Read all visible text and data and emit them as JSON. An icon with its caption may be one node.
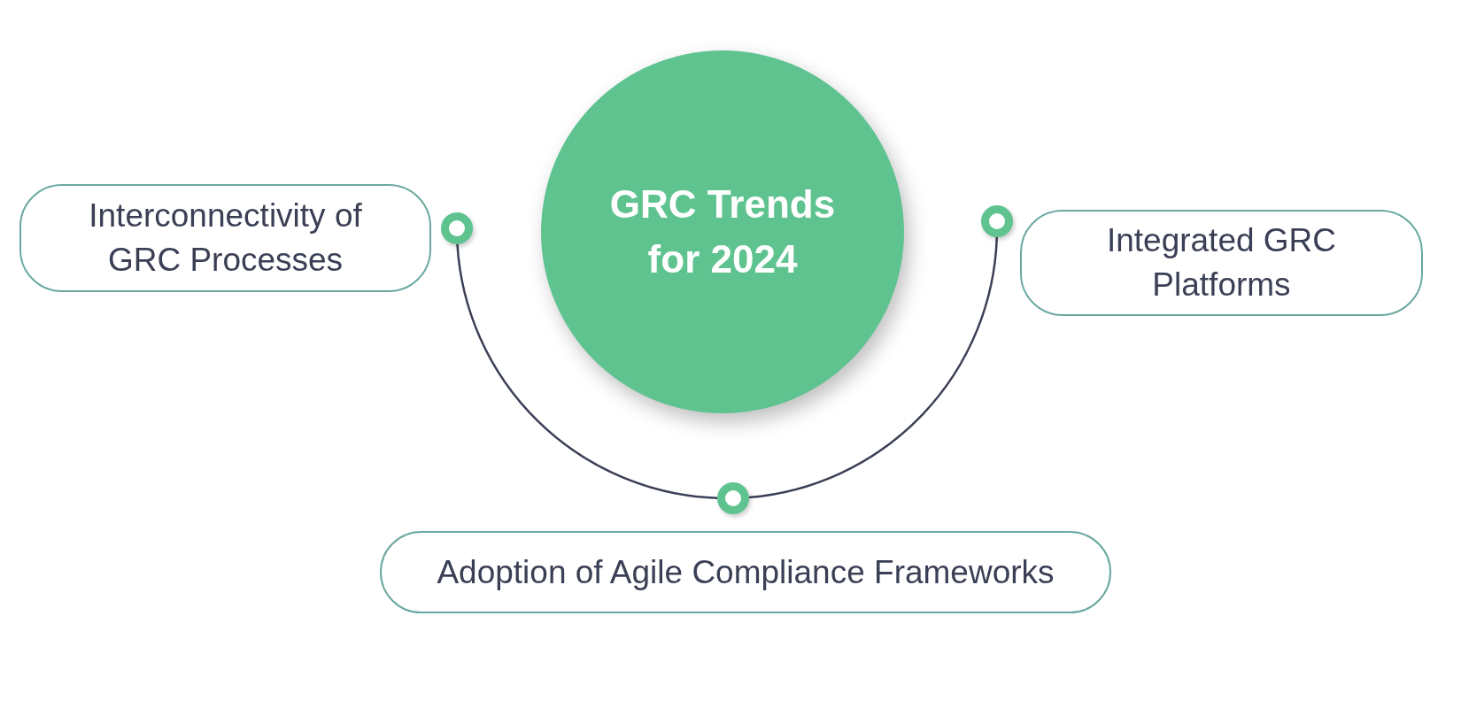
{
  "diagram": {
    "nodes": [
      {
        "text": [
          "GRC Trends for 2024"
        ]
      },
      {
        "text": [
          "Interconnectivity of GRC Processes"
        ]
      },
      {
        "text": [
          "Integrated GRC Platforms"
        ]
      },
      {
        "text": [
          "Adoption of Agile Compliance Frameworks"
        ]
      },
      {
        "text": [],
        "shape": "circle"
      },
      {
        "text": [],
        "shape": "circle"
      },
      {
        "text": [],
        "shape": "circle"
      }
    ],
    "edges": [
      {
        "from": 4,
        "to": 5,
        "arrow": "none"
      },
      {
        "from": 5,
        "to": 6,
        "arrow": "none"
      }
    ]
  }
}
